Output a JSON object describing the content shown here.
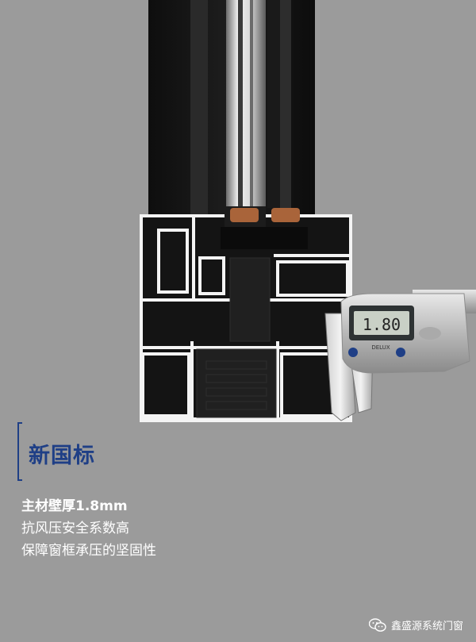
{
  "headline": "新国标",
  "spec_lines": [
    "主材壁厚1.8mm",
    "抗风压安全系数高",
    "保障窗框承压的坚固性"
  ],
  "caliper_reading": "1.80",
  "caliper_brand": "DELUX",
  "footer_account": "鑫盛源系统门窗",
  "footer_icon": "wechat-icon",
  "colors": {
    "background": "#9b9b9b",
    "accent_blue": "#1f3f86",
    "text": "#ffffff"
  }
}
